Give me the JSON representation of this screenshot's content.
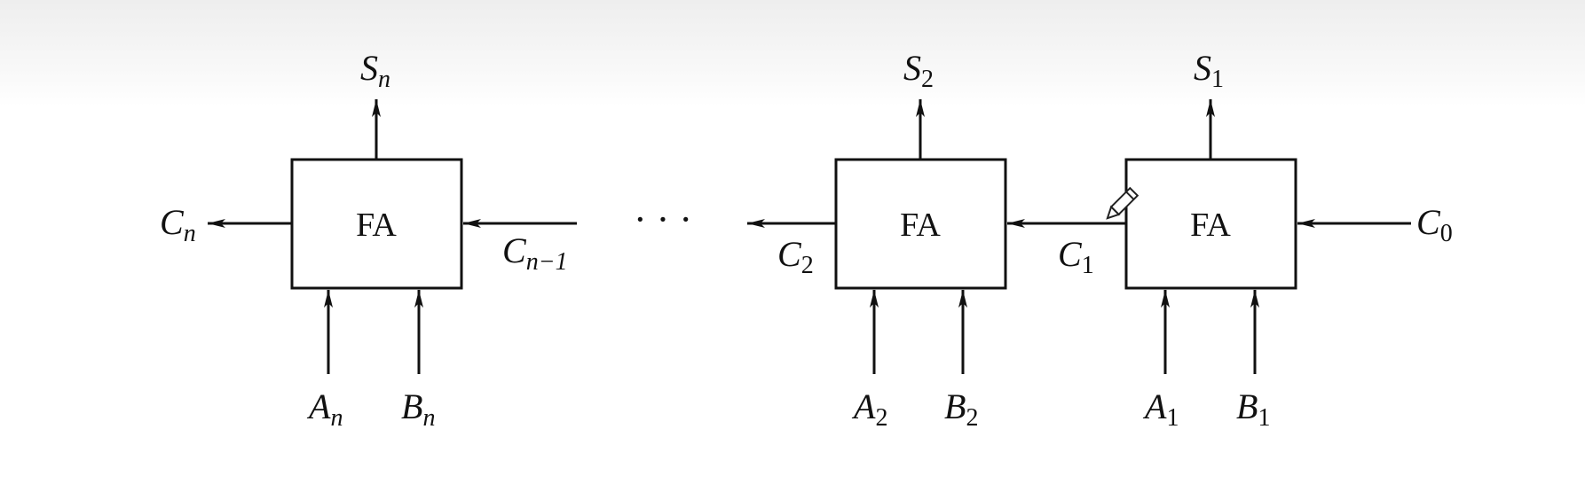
{
  "diagram": {
    "block_label": "FA",
    "ellipsis": "· · ·",
    "stages": [
      {
        "sum": {
          "main": "S",
          "sub": "n"
        },
        "a": {
          "main": "A",
          "sub": "n"
        },
        "b": {
          "main": "B",
          "sub": "n"
        },
        "carry_out": {
          "main": "C",
          "sub": "n"
        },
        "carry_in": {
          "main": "C",
          "sub": "n−1"
        }
      },
      {
        "sum": {
          "main": "S",
          "sub": "2"
        },
        "a": {
          "main": "A",
          "sub": "2"
        },
        "b": {
          "main": "B",
          "sub": "2"
        },
        "carry_out": {
          "main": "C",
          "sub": "2"
        }
      },
      {
        "sum": {
          "main": "S",
          "sub": "1"
        },
        "a": {
          "main": "A",
          "sub": "1"
        },
        "b": {
          "main": "B",
          "sub": "1"
        },
        "carry_out": {
          "main": "C",
          "sub": "1"
        },
        "carry_in": {
          "main": "C",
          "sub": "0"
        }
      }
    ]
  }
}
